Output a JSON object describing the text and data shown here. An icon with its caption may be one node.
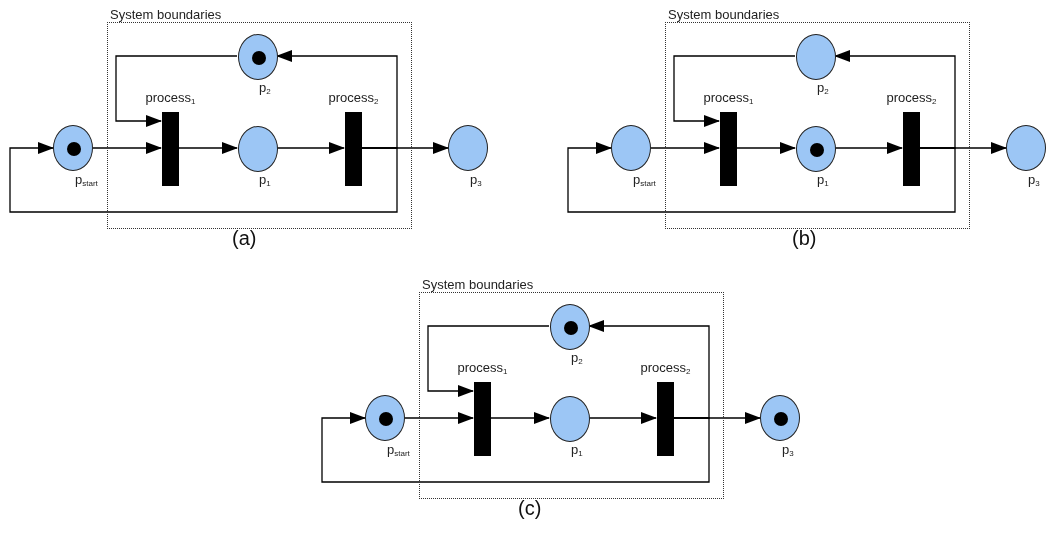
{
  "diagram": {
    "nodes": [
      {
        "text": [
          "System boundaries"
        ]
      },
      {
        "text": [],
        "shape": "circle",
        "in": 0,
        "beside": [
          "p$_{2}$"
        ]
      },
      {
        "text": [],
        "shape": "circle",
        "beside": [
          "p$_{start}$"
        ]
      },
      {
        "text": [
          "process$_{1}$"
        ],
        "in": 0
      },
      {
        "text": [],
        "shape": "circle",
        "in": 0,
        "beside": [
          "p$_{1}$"
        ]
      },
      {
        "text": [
          "process$_{2}$"
        ],
        "in": 0
      },
      {
        "text": [],
        "shape": "circle",
        "beside": [
          "p$_{3}$"
        ]
      },
      {
        "text": [
          "System boundaries"
        ]
      },
      {
        "text": [],
        "shape": "circle",
        "in": 7,
        "beside": [
          "p$_{2}$"
        ]
      },
      {
        "text": [],
        "shape": "circle",
        "beside": [
          "p$_{start}$"
        ]
      },
      {
        "text": [
          "process$_{1}$"
        ],
        "in": 7
      },
      {
        "text": [],
        "shape": "circle",
        "in": 7,
        "beside": [
          "p$_{1}$"
        ]
      },
      {
        "text": [
          "process$_{2}$"
        ],
        "in": 7
      },
      {
        "text": [],
        "shape": "circle",
        "beside": [
          "p$_{3}$"
        ]
      },
      {
        "text": [
          "System boundaries"
        ]
      },
      {
        "text": [],
        "shape": "circle",
        "in": 14,
        "beside": [
          "p$_{2}$"
        ]
      },
      {
        "text": [],
        "shape": "circle",
        "beside": [
          "p$_{start}$"
        ]
      },
      {
        "text": [
          "process$_{1}$"
        ],
        "in": 14
      },
      {
        "text": [],
        "shape": "circle",
        "in": 14,
        "beside": [
          "p$_{1}$"
        ]
      },
      {
        "text": [
          "process$_{2}$"
        ],
        "in": 14
      },
      {
        "text": [],
        "shape": "circle",
        "beside": [
          "p$_{3}$"
        ]
      },
      {
        "text": [],
        "shape": "dot",
        "in": 1
      },
      {
        "text": [],
        "shape": "dot",
        "in": 2
      },
      {
        "text": [],
        "shape": "dot",
        "in": 11
      },
      {
        "text": [],
        "shape": "dot",
        "in": 15
      },
      {
        "text": [],
        "shape": "dot",
        "in": 16
      },
      {
        "text": [],
        "shape": "dot",
        "in": 20
      }
    ],
    "edges": [
      {
        "from": 2,
        "to": 3,
        "arrow": "to"
      },
      {
        "from": 3,
        "to": 4,
        "arrow": "to"
      },
      {
        "from": 4,
        "to": 5,
        "arrow": "to"
      },
      {
        "from": 5,
        "to": 6,
        "arrow": "to"
      },
      {
        "from": 1,
        "to": 3,
        "arrow": "to"
      },
      {
        "from": 5,
        "to": 1,
        "arrow": "to"
      },
      {
        "from": 5,
        "to": 2,
        "arrow": "to"
      },
      {
        "from": 9,
        "to": 10,
        "arrow": "to"
      },
      {
        "from": 10,
        "to": 11,
        "arrow": "to"
      },
      {
        "from": 11,
        "to": 12,
        "arrow": "to"
      },
      {
        "from": 12,
        "to": 13,
        "arrow": "to"
      },
      {
        "from": 8,
        "to": 10,
        "arrow": "to"
      },
      {
        "from": 12,
        "to": 8,
        "arrow": "to"
      },
      {
        "from": 12,
        "to": 9,
        "arrow": "to"
      },
      {
        "from": 16,
        "to": 17,
        "arrow": "to"
      },
      {
        "from": 17,
        "to": 18,
        "arrow": "to"
      },
      {
        "from": 18,
        "to": 19,
        "arrow": "to"
      },
      {
        "from": 19,
        "to": 20,
        "arrow": "to"
      },
      {
        "from": 15,
        "to": 17,
        "arrow": "to"
      },
      {
        "from": 19,
        "to": 15,
        "arrow": "to"
      },
      {
        "from": 19,
        "to": 16,
        "arrow": "to"
      }
    ],
    "labels": [
      "(a)",
      "(b)",
      "(c)"
    ]
  }
}
